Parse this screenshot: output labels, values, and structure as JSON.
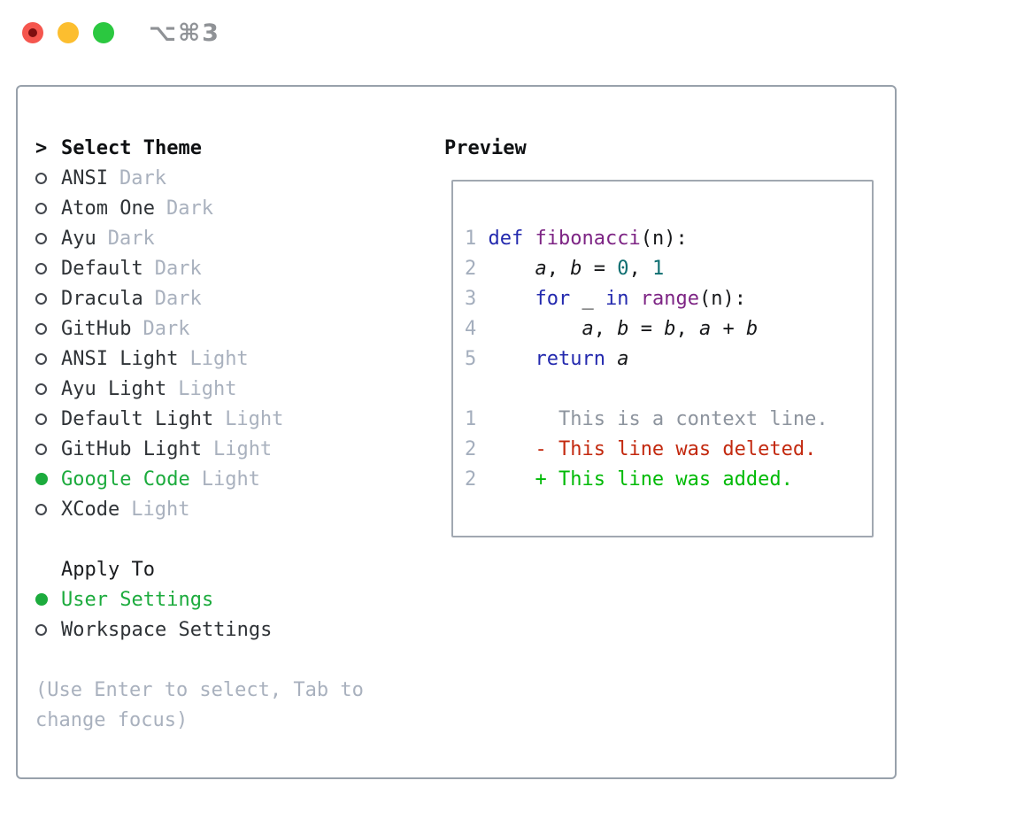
{
  "window": {
    "shortcut_label": "⌥⌘3",
    "traffic_lights": {
      "close": "red-with-dot",
      "minimize": "yellow",
      "zoom": "green"
    }
  },
  "theme_panel": {
    "header": {
      "prefix": ">",
      "label": "Select Theme"
    },
    "items": [
      {
        "name": "ANSI",
        "variant": "Dark",
        "selected": false
      },
      {
        "name": "Atom One",
        "variant": "Dark",
        "selected": false
      },
      {
        "name": "Ayu",
        "variant": "Dark",
        "selected": false
      },
      {
        "name": "Default",
        "variant": "Dark",
        "selected": false
      },
      {
        "name": "Dracula",
        "variant": "Dark",
        "selected": false
      },
      {
        "name": "GitHub",
        "variant": "Dark",
        "selected": false
      },
      {
        "name": "ANSI Light",
        "variant": "Light",
        "selected": false
      },
      {
        "name": "Ayu Light",
        "variant": "Light",
        "selected": false
      },
      {
        "name": "Default Light",
        "variant": "Light",
        "selected": false
      },
      {
        "name": "GitHub Light",
        "variant": "Light",
        "selected": false
      },
      {
        "name": "Google Code",
        "variant": "Light",
        "selected": true
      },
      {
        "name": "XCode",
        "variant": "Light",
        "selected": false
      }
    ],
    "apply_to": {
      "label": "Apply To",
      "options": [
        {
          "label": "User Settings",
          "selected": true
        },
        {
          "label": "Workspace Settings",
          "selected": false
        }
      ]
    },
    "help_lines": [
      "(Use Enter to select, Tab to",
      "change focus)"
    ]
  },
  "preview": {
    "label": "Preview",
    "lines": [
      [
        [
          "num",
          "1 "
        ],
        [
          "kw",
          "def "
        ],
        [
          "fn",
          "fibonacci"
        ],
        [
          "pl",
          "(n):"
        ]
      ],
      [
        [
          "num",
          "2 "
        ],
        [
          "pl",
          "    "
        ],
        [
          "var",
          "a"
        ],
        [
          "pl",
          ", "
        ],
        [
          "var",
          "b"
        ],
        [
          "pl",
          " = "
        ],
        [
          "lit",
          "0"
        ],
        [
          "pl",
          ", "
        ],
        [
          "lit",
          "1"
        ]
      ],
      [
        [
          "num",
          "3 "
        ],
        [
          "pl",
          "    "
        ],
        [
          "kw",
          "for"
        ],
        [
          "pl",
          " _ "
        ],
        [
          "kw",
          "in"
        ],
        [
          "pl",
          " "
        ],
        [
          "fn",
          "range"
        ],
        [
          "pl",
          "(n):"
        ]
      ],
      [
        [
          "num",
          "4 "
        ],
        [
          "pl",
          "        "
        ],
        [
          "var",
          "a"
        ],
        [
          "pl",
          ", "
        ],
        [
          "var",
          "b"
        ],
        [
          "pl",
          " = "
        ],
        [
          "var",
          "b"
        ],
        [
          "pl",
          ", "
        ],
        [
          "var",
          "a"
        ],
        [
          "pl",
          " + "
        ],
        [
          "var",
          "b"
        ]
      ],
      [
        [
          "num",
          "5 "
        ],
        [
          "pl",
          "    "
        ],
        [
          "kw",
          "return"
        ],
        [
          "pl",
          " "
        ],
        [
          "var",
          "a"
        ]
      ],
      [],
      [
        [
          "num",
          "1"
        ],
        [
          "pl",
          "       "
        ],
        [
          "ctx",
          "This is a context line."
        ]
      ],
      [
        [
          "num",
          "2"
        ],
        [
          "pl",
          "     "
        ],
        [
          "del",
          "- This line was deleted."
        ]
      ],
      [
        [
          "num",
          "2"
        ],
        [
          "pl",
          "     "
        ],
        [
          "add",
          "+ This line was added."
        ]
      ]
    ]
  },
  "colors": {
    "selected_green": "#1cab3d",
    "diff_added_green": "#00ba06",
    "diff_deleted_red": "#c3290f",
    "keyword_blue": "#2329ae",
    "function_purple": "#7d2484",
    "number_teal": "#0d6e70",
    "muted_gray": "#a9b1be",
    "panel_border": "#98a1ab"
  }
}
